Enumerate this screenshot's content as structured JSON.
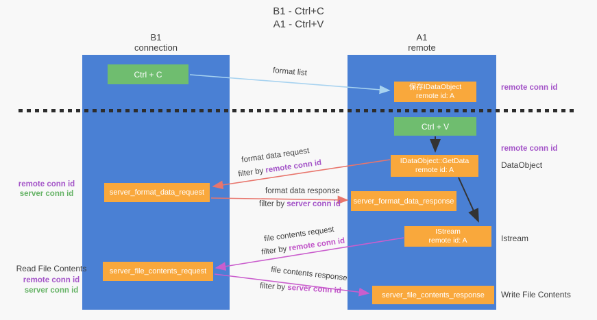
{
  "title": {
    "line1": "B1 - Ctrl+C",
    "line2": "A1 - Ctrl+V"
  },
  "lanes": {
    "left": {
      "name": "B1",
      "role": "connection"
    },
    "right": {
      "name": "A1",
      "role": "remote"
    }
  },
  "boxes": {
    "ctrl_c": "Ctrl + C",
    "ctrl_v": "Ctrl + V",
    "save_dataobject": {
      "line1": "保存IDataObject",
      "line2": "remote id: A"
    },
    "getdata": {
      "line1": "IDataObject::GetData",
      "line2": "remote id: A"
    },
    "istream": {
      "line1": "IStream",
      "line2": "remote id: A"
    },
    "format_request": "server_format_data_request",
    "format_response": "server_format_data_response",
    "file_request": "server_file_contents_request",
    "file_response": "server_file_contents_response"
  },
  "flows": {
    "format_list": "format list",
    "format_request": {
      "label": "format data request",
      "filter_prefix": "filter by ",
      "filter_key": "remote conn id"
    },
    "format_response": {
      "label": "format data response",
      "filter_prefix": "filter by ",
      "filter_key": "server conn id"
    },
    "file_request": {
      "label": "file contents request",
      "filter_prefix": "filter by ",
      "filter_key": "remote conn id"
    },
    "file_response": {
      "label": "file contents response",
      "filter_prefix": "filter by ",
      "filter_key": "server conn id"
    }
  },
  "side_labels": {
    "left_top": {
      "remote_conn_id": "remote conn id",
      "server_conn_id": "server conn id"
    },
    "left_bottom": {
      "read_file_contents": "Read File Contents",
      "remote_conn_id": "remote conn id",
      "server_conn_id": "server conn id"
    },
    "right": {
      "remote_conn_id_top": "remote conn id",
      "remote_conn_id_mid": "remote conn id",
      "dataobject": "DataObject",
      "istream": "Istream",
      "write_file_contents": "Write File Contents"
    }
  },
  "colors": {
    "lane_blue": "#4a80d4",
    "box_green": "#6fbd6f",
    "box_orange": "#f9a83c",
    "arrow_blue": "#a8d3f0",
    "arrow_black": "#333333",
    "arrow_red": "#e8756c",
    "arrow_magenta": "#ca5ecd",
    "text_purple": "#a455c8",
    "text_green": "#66b366",
    "background": "#f8f8f8"
  }
}
